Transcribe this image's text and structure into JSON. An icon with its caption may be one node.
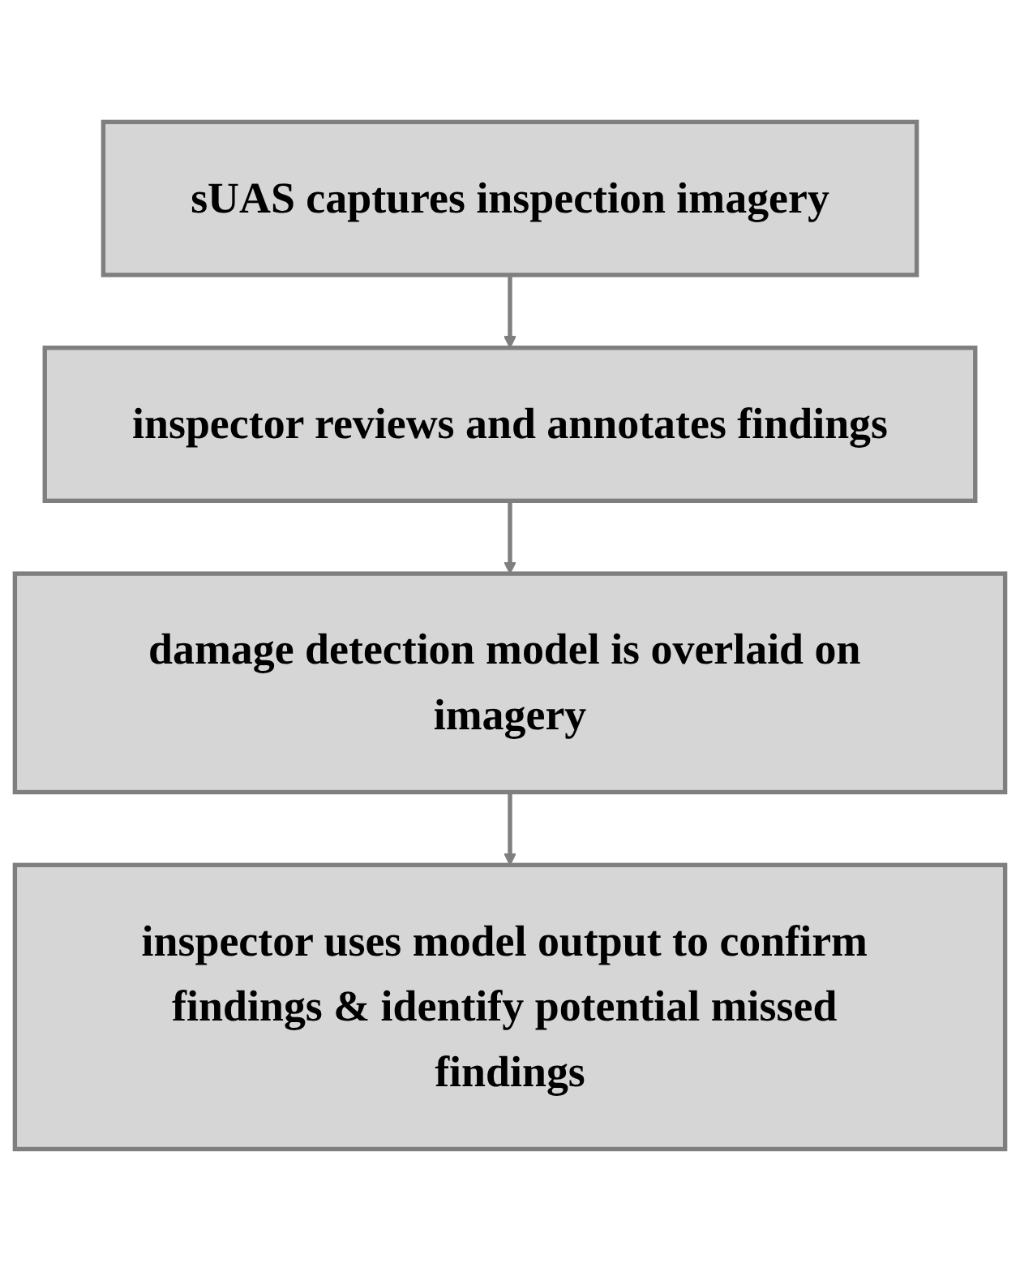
{
  "diagram": {
    "nodes": [
      {
        "text": [
          "sUAS captures inspection imagery"
        ]
      },
      {
        "text": [
          "inspector reviews and annotates findings"
        ]
      },
      {
        "text": [
          "damage detection model is overlaid on imagery"
        ]
      },
      {
        "text": [
          "inspector uses model output to confirm findings & identify potential missed findings"
        ]
      }
    ],
    "edges": [
      {
        "from": 0,
        "to": 1,
        "arrow": "to"
      },
      {
        "from": 1,
        "to": 2,
        "arrow": "to"
      },
      {
        "from": 2,
        "to": 3,
        "arrow": "to"
      }
    ]
  }
}
